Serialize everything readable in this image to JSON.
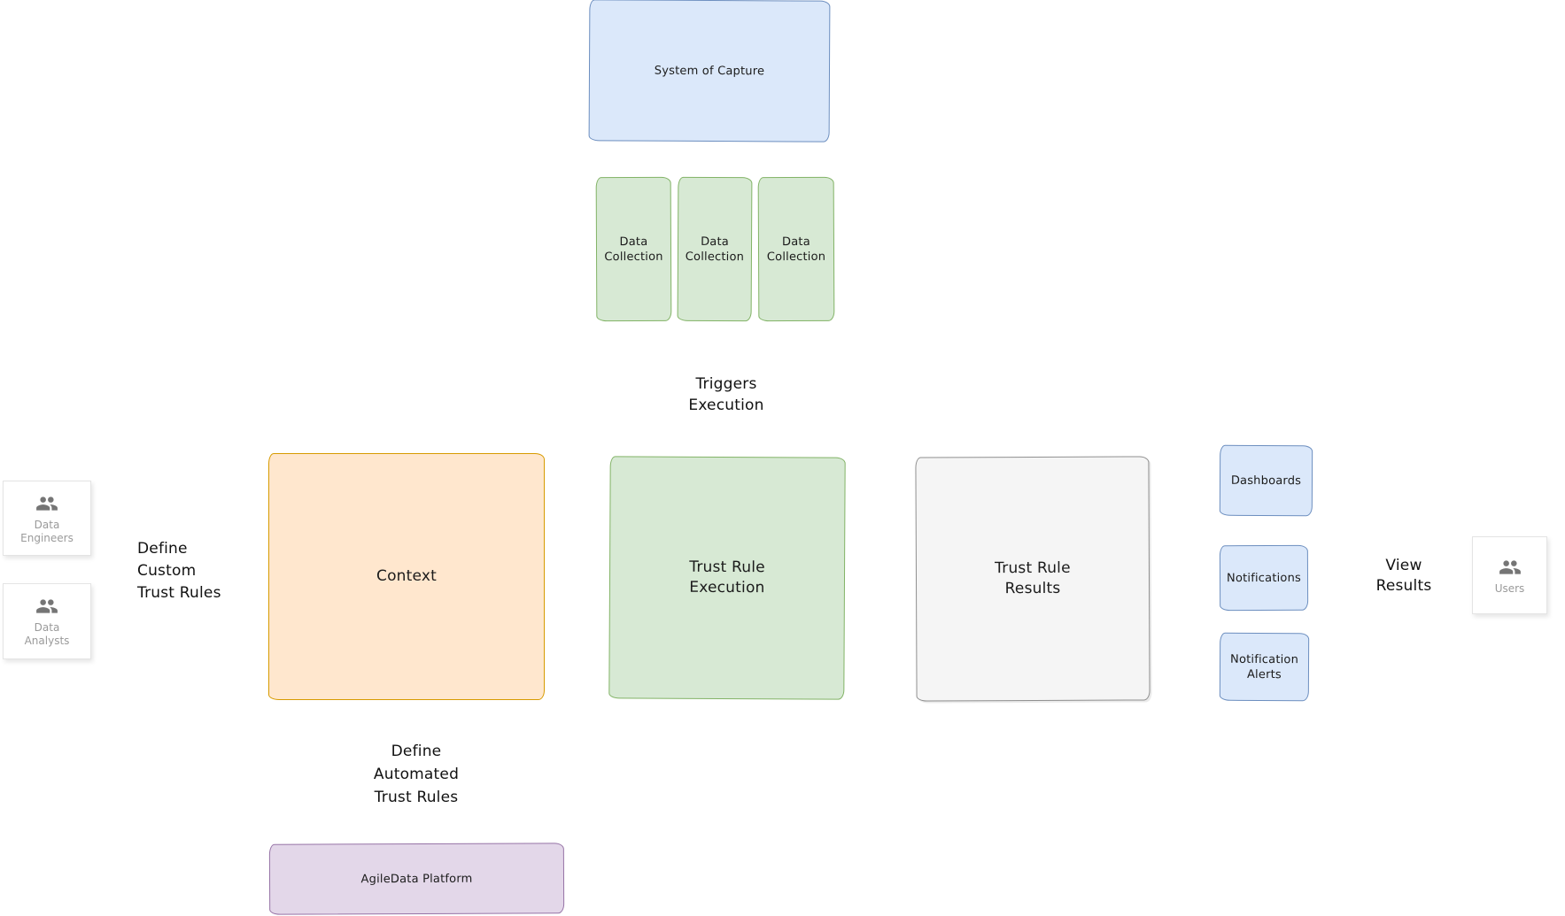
{
  "nodes": {
    "system_of_capture": {
      "lines": [
        "System of Capture"
      ]
    },
    "data_collection": {
      "lines": [
        "Data",
        "Collection"
      ]
    },
    "context": {
      "lines": [
        "Context"
      ]
    },
    "trust_rule_execution": {
      "lines": [
        "Trust Rule",
        "Execution"
      ]
    },
    "trust_rule_results": {
      "lines": [
        "Trust Rule",
        "Results"
      ]
    },
    "dashboards": {
      "lines": [
        "Dashboards"
      ]
    },
    "notifications": {
      "lines": [
        "Notifications"
      ]
    },
    "notification_alerts": {
      "lines": [
        "Notification",
        "Alerts"
      ]
    },
    "agiledata_platform": {
      "lines": [
        "AgileData Platform"
      ]
    }
  },
  "actors": {
    "data_engineers": {
      "line1": "Data",
      "line2": "Engineers"
    },
    "data_analysts": {
      "line1": "Data",
      "line2": "Analysts"
    },
    "users": {
      "line1": "Users"
    }
  },
  "annotations": {
    "triggers_execution": {
      "lines": [
        "Triggers",
        "Execution"
      ]
    },
    "define_custom": {
      "lines": [
        "Define",
        "Custom",
        "Trust Rules"
      ]
    },
    "define_automated": {
      "lines": [
        "Define",
        "Automated",
        "Trust Rules"
      ]
    },
    "view_results": {
      "lines": [
        "View",
        "Results"
      ]
    }
  },
  "colors": {
    "blue_fill": "#dbe8fa",
    "blue_border": "#6c8ebf",
    "green_fill": "#d7e9d4",
    "green_border": "#82b366",
    "orange_fill": "#ffe7ce",
    "orange_border": "#d79b00",
    "gray_fill": "#f5f5f5",
    "gray_border": "#8f8f8f",
    "purple_fill": "#e3d7e9",
    "purple_border": "#9673a6",
    "actor_icon": "#757575",
    "actor_text": "#9a9a9a",
    "diagram_text": "#1b1b1b"
  }
}
